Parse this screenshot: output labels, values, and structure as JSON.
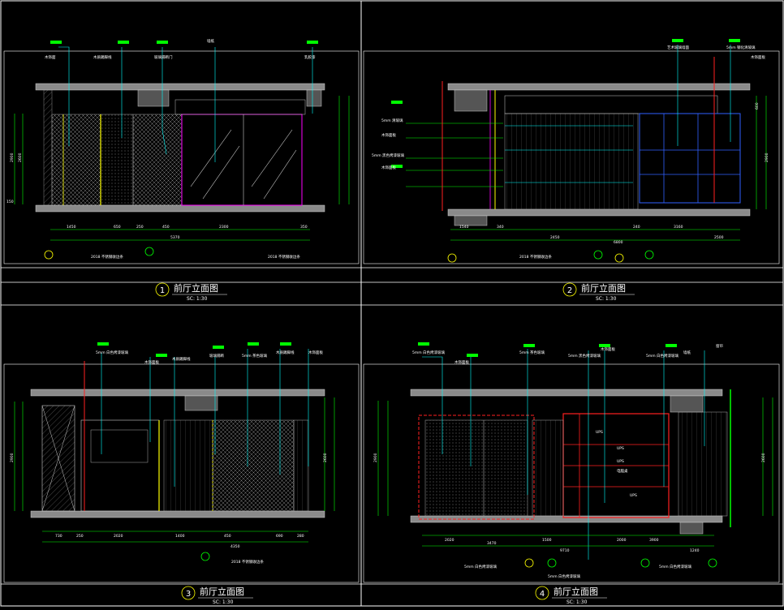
{
  "views": [
    {
      "num": "1",
      "title": "前厅立面图",
      "scale": "SC: 1:30",
      "top_labels": [
        "木饰面",
        "木质踢脚线",
        "玻璃隔断门",
        "墙纸",
        "乳胶漆"
      ],
      "dims_top": [
        "1450",
        "650",
        "250",
        "450",
        "2300",
        "350"
      ],
      "dims_total": "5370",
      "heights": [
        "2900",
        "2600",
        "150"
      ],
      "bottom_notes": [
        "2018 不锈钢收边条",
        "2018 不锈钢收边条"
      ]
    },
    {
      "num": "2",
      "title": "前厅立面图",
      "scale": "SC: 1:30",
      "top_labels": [
        "艺术玻璃墙面",
        "5mm 钢化清玻璃",
        "木饰面板"
      ],
      "left_labels": [
        "5mm 清玻璃",
        "木饰面板",
        "5mm 黑色烤漆玻璃",
        "木饰面板"
      ],
      "dims_top": [
        "1540",
        "340",
        "2450",
        "240",
        "3160",
        "2500"
      ],
      "dims_total": "6800",
      "heights": [
        "2900",
        "600"
      ],
      "bottom_notes": [
        "2018 不锈钢收边条"
      ]
    },
    {
      "num": "3",
      "title": "前厅立面图",
      "scale": "SC: 1:30",
      "top_labels": [
        "5mm 白色烤漆玻璃",
        "木饰面板",
        "木质踢脚线",
        "玻璃隔断",
        "5mm 茶色玻璃",
        "木质踢脚线",
        "木饰面板"
      ],
      "dims_top": [
        "730",
        "250",
        "2020",
        "1400",
        "450",
        "690",
        "280"
      ],
      "dims_total": "4350",
      "heights": [
        "2900",
        "2600"
      ],
      "bottom_notes": [
        "2018 不锈钢收边条"
      ]
    },
    {
      "num": "4",
      "title": "前厅立面图",
      "scale": "SC: 1:30",
      "top_labels": [
        "5mm 白色烤漆玻璃",
        "木饰面板",
        "5mm 茶色玻璃",
        "5mm 黑色烤漆玻璃",
        "木饰面板",
        "5mm 白色烤漆玻璃",
        "墙纸",
        "窗帘"
      ],
      "shelf_labels": [
        "UPS",
        "UPS",
        "UPS",
        "电脑桌",
        "UPS"
      ],
      "dims_top": [
        "2020",
        "3470",
        "1500",
        "2000",
        "3900",
        "1240"
      ],
      "dims_total": "9710",
      "heights": [
        "2900",
        "2600"
      ],
      "bottom_notes": [
        "5mm 白色烤漆玻璃",
        "5mm 白色烤漆玻璃",
        "5mm 白色烤漆玻璃"
      ]
    }
  ],
  "colors": {
    "background": "#000000",
    "frame": "#ffffff",
    "dimension": "#00ff00",
    "leader": "#00ffff",
    "hatch": "#ff00ff",
    "accent_red": "#ff2020",
    "accent_yellow": "#ffff00",
    "structure": "#c8c8c8",
    "blue": "#3060ff"
  }
}
